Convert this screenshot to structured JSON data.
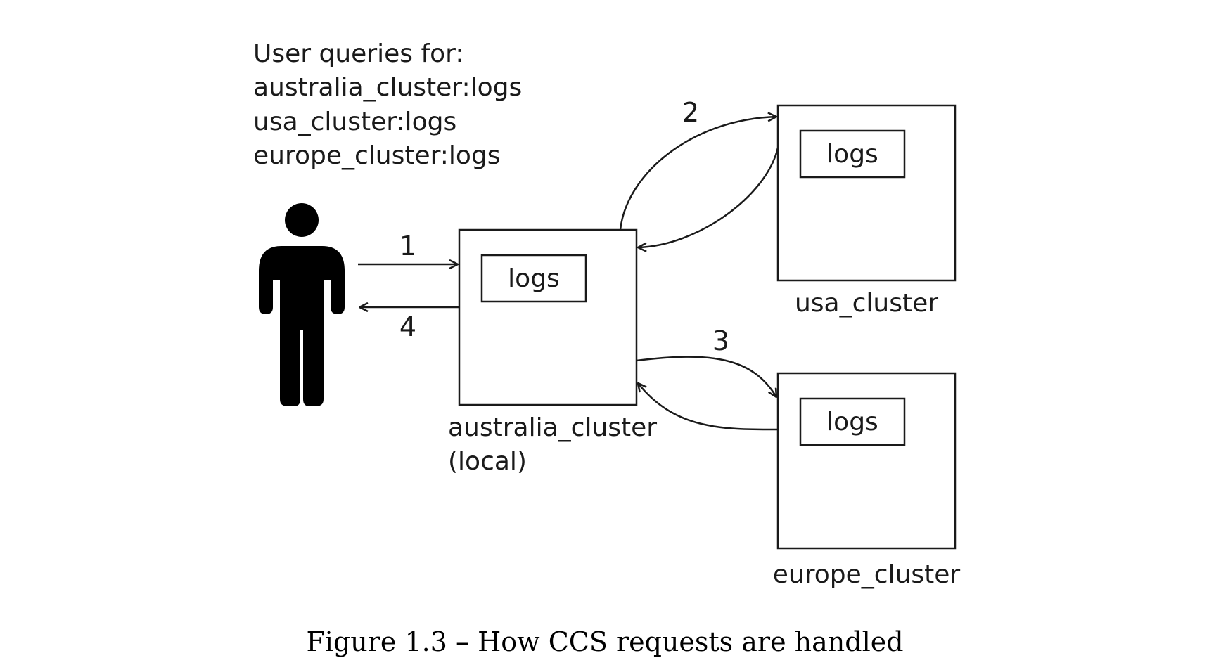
{
  "query_note": {
    "lines": [
      "User queries for:",
      "australia_cluster:logs",
      "usa_cluster:logs",
      "europe_cluster:logs"
    ]
  },
  "clusters": {
    "local": {
      "name": "australia_cluster",
      "qualifier": "(local)",
      "index": "logs"
    },
    "usa": {
      "name": "usa_cluster",
      "index": "logs"
    },
    "europe": {
      "name": "europe_cluster",
      "index": "logs"
    }
  },
  "steps": {
    "step1": "1",
    "step2": "2",
    "step3": "3",
    "step4": "4"
  },
  "caption": "Figure 1.3 – How CCS requests are handled"
}
